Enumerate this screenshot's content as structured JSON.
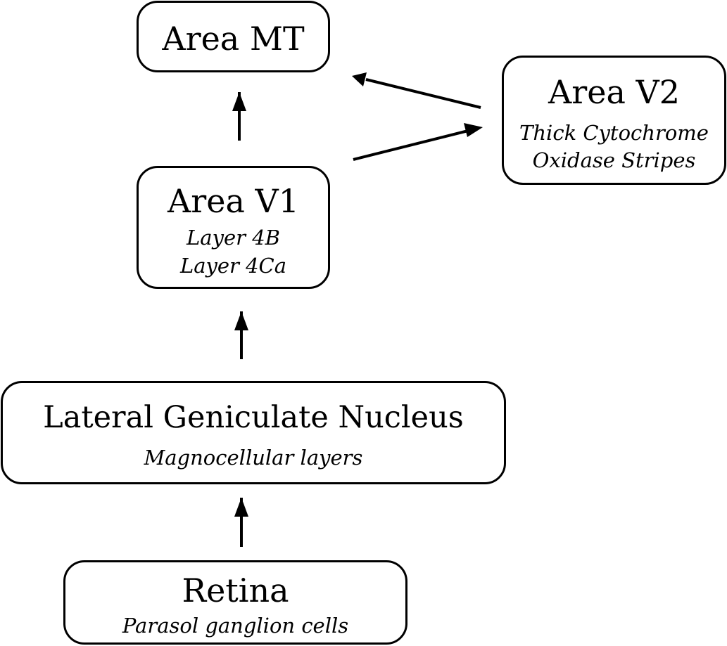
{
  "nodes": {
    "area_mt": {
      "title": "Area MT"
    },
    "area_v2": {
      "title": "Area V2",
      "sub1": "Thick Cytochrome",
      "sub2": "Oxidase Stripes"
    },
    "area_v1": {
      "title": "Area V1",
      "sub1": "Layer 4B",
      "sub2": "Layer 4Ca"
    },
    "lgn": {
      "title": "Lateral Geniculate Nucleus",
      "sub1": "Magnocellular layers"
    },
    "retina": {
      "title": "Retina",
      "sub1": "Parasol ganglion cells"
    }
  },
  "edges": [
    {
      "from": "Retina",
      "to": "Lateral Geniculate Nucleus"
    },
    {
      "from": "Lateral Geniculate Nucleus",
      "to": "Area V1"
    },
    {
      "from": "Area V1",
      "to": "Area MT"
    },
    {
      "from": "Area V1",
      "to": "Area V2"
    },
    {
      "from": "Area V2",
      "to": "Area MT"
    }
  ],
  "colors": {
    "stroke": "#000000",
    "background": "#ffffff"
  }
}
